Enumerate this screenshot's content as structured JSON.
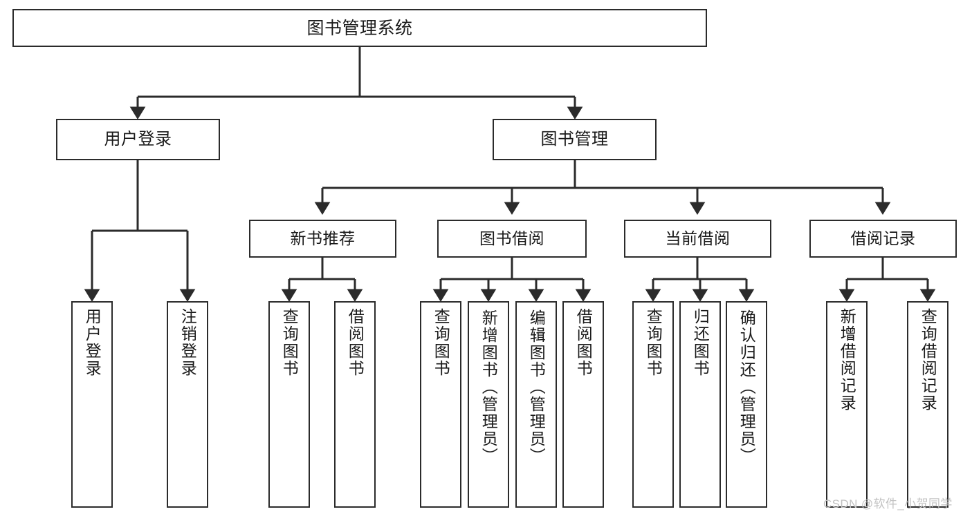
{
  "diagram": {
    "title": "图书管理系统",
    "type": "功能结构图",
    "watermark": "CSDN @软件_小贺同学",
    "colors": {
      "box_border": "#2b2b2b",
      "box_fill": "#ffffff",
      "connector": "#2b2b2b",
      "text": "#1a1a1a",
      "watermark": "#c2c2c2",
      "background": "#ffffff"
    },
    "root": {
      "label": "图书管理系统"
    },
    "level2": [
      {
        "id": "user-login",
        "label": "用户登录"
      },
      {
        "id": "book-manage",
        "label": "图书管理"
      }
    ],
    "level3": [
      {
        "id": "new-book-recommend",
        "label": "新书推荐",
        "parent": "book-manage"
      },
      {
        "id": "book-borrow",
        "label": "图书借阅",
        "parent": "book-manage"
      },
      {
        "id": "current-borrow",
        "label": "当前借阅",
        "parent": "book-manage"
      },
      {
        "id": "borrow-record",
        "label": "借阅记录",
        "parent": "book-manage"
      }
    ],
    "leaves": {
      "user-login": [
        {
          "id": "leaf-user-login",
          "label": "用户登录"
        },
        {
          "id": "leaf-user-logout",
          "label": "注销登录"
        }
      ],
      "new-book-recommend": [
        {
          "id": "leaf-query-book-1",
          "label": "查询图书"
        },
        {
          "id": "leaf-borrow-book-1",
          "label": "借阅图书"
        }
      ],
      "book-borrow": [
        {
          "id": "leaf-query-book-2",
          "label": "查询图书"
        },
        {
          "id": "leaf-add-book",
          "label": "新增图书（管理员）"
        },
        {
          "id": "leaf-edit-book",
          "label": "编辑图书（管理员）"
        },
        {
          "id": "leaf-borrow-book-2",
          "label": "借阅图书"
        }
      ],
      "current-borrow": [
        {
          "id": "leaf-query-book-3",
          "label": "查询图书"
        },
        {
          "id": "leaf-return-book",
          "label": "归还图书"
        },
        {
          "id": "leaf-confirm-return",
          "label": "确认归还（管理员）"
        }
      ],
      "borrow-record": [
        {
          "id": "leaf-add-record",
          "label": "新增借阅记录"
        },
        {
          "id": "leaf-query-record",
          "label": "查询借阅记录"
        }
      ]
    }
  }
}
